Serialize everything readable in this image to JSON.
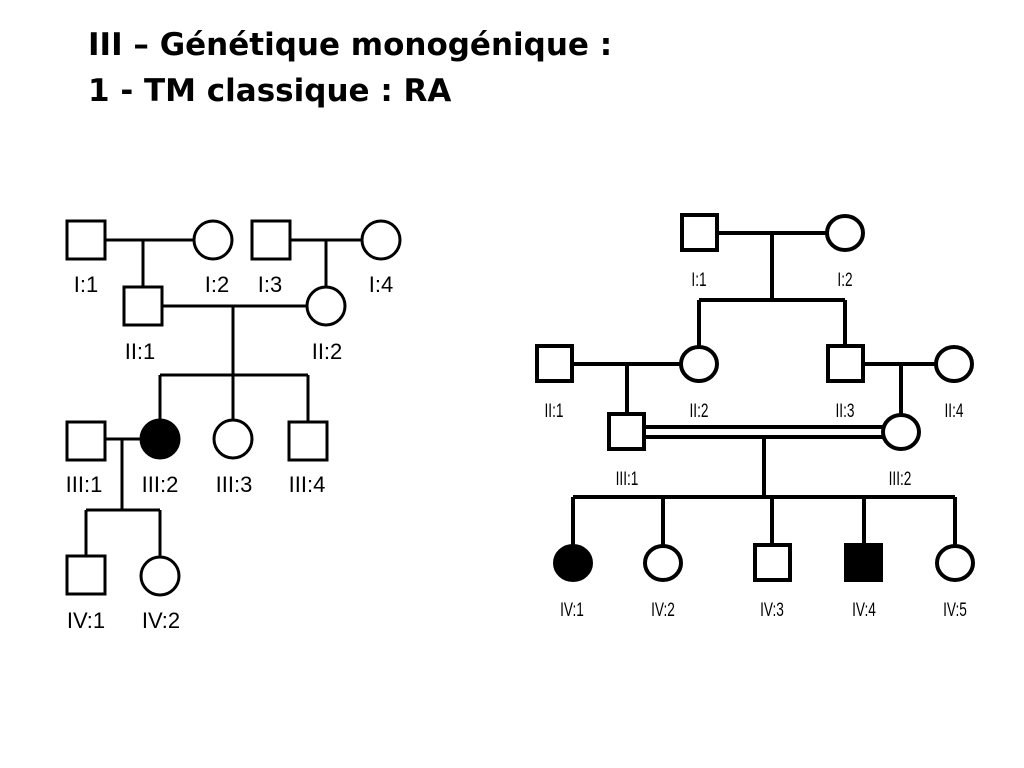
{
  "slide": {
    "title_line1": "III – Génétique monogénique :",
    "title_line2": "1 - TM classique : RA"
  },
  "pedigree_left": {
    "individuals": [
      {
        "id": "I:1",
        "sex": "male",
        "affected": false
      },
      {
        "id": "I:2",
        "sex": "female",
        "affected": false
      },
      {
        "id": "I:3",
        "sex": "male",
        "affected": false
      },
      {
        "id": "I:4",
        "sex": "female",
        "affected": false
      },
      {
        "id": "II:1",
        "sex": "male",
        "affected": false
      },
      {
        "id": "II:2",
        "sex": "female",
        "affected": false
      },
      {
        "id": "III:1",
        "sex": "male",
        "affected": false
      },
      {
        "id": "III:2",
        "sex": "female",
        "affected": true
      },
      {
        "id": "III:3",
        "sex": "female",
        "affected": false
      },
      {
        "id": "III:4",
        "sex": "male",
        "affected": false
      },
      {
        "id": "IV:1",
        "sex": "male",
        "affected": false
      },
      {
        "id": "IV:2",
        "sex": "female",
        "affected": false
      }
    ],
    "unions": [
      {
        "partners": [
          "I:1",
          "I:2"
        ],
        "children": [
          "II:1"
        ]
      },
      {
        "partners": [
          "I:3",
          "I:4"
        ],
        "children": [
          "II:2"
        ]
      },
      {
        "partners": [
          "II:1",
          "II:2"
        ],
        "children": [
          "III:2",
          "III:3",
          "III:4"
        ]
      },
      {
        "partners": [
          "III:1",
          "III:2"
        ],
        "children": [
          "IV:1",
          "IV:2"
        ]
      }
    ]
  },
  "pedigree_right": {
    "individuals": [
      {
        "id": "I:1",
        "sex": "male",
        "affected": false
      },
      {
        "id": "I:2",
        "sex": "female",
        "affected": false
      },
      {
        "id": "II:1",
        "sex": "male",
        "affected": false
      },
      {
        "id": "II:2",
        "sex": "female",
        "affected": false
      },
      {
        "id": "II:3",
        "sex": "male",
        "affected": false
      },
      {
        "id": "II:4",
        "sex": "female",
        "affected": false
      },
      {
        "id": "III:1",
        "sex": "male",
        "affected": false
      },
      {
        "id": "III:2",
        "sex": "female",
        "affected": false
      },
      {
        "id": "IV:1",
        "sex": "female",
        "affected": true
      },
      {
        "id": "IV:2",
        "sex": "female",
        "affected": false
      },
      {
        "id": "IV:3",
        "sex": "male",
        "affected": false
      },
      {
        "id": "IV:4",
        "sex": "male",
        "affected": true
      },
      {
        "id": "IV:5",
        "sex": "female",
        "affected": false
      }
    ],
    "unions": [
      {
        "partners": [
          "I:1",
          "I:2"
        ],
        "children": [
          "II:2",
          "II:3"
        ]
      },
      {
        "partners": [
          "II:1",
          "II:2"
        ],
        "children": [
          "III:1"
        ]
      },
      {
        "partners": [
          "II:3",
          "II:4"
        ],
        "children": [
          "III:2"
        ]
      },
      {
        "partners": [
          "III:1",
          "III:2"
        ],
        "consanguineous": true,
        "children": [
          "IV:1",
          "IV:2",
          "IV:3",
          "IV:4",
          "IV:5"
        ]
      }
    ]
  }
}
